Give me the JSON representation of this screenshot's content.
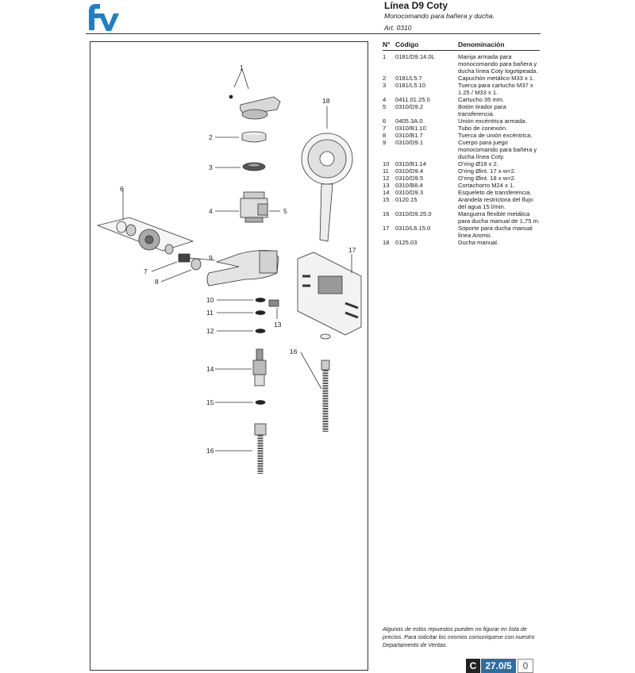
{
  "brand": {
    "logo_text": "fv",
    "logo_color": "#1e7ec8"
  },
  "header": {
    "title": "Línea D9 Coty",
    "subtitle": "Monocomando para bañera y ducha.",
    "article": "Art. 0310"
  },
  "table": {
    "columns": [
      "N°",
      "Código",
      "Denominación"
    ],
    "rows": [
      {
        "n": "1",
        "code": "0181/D9.14.0L",
        "desc": "Manija armada para monocomando para bañera y ducha línea Coty logotipeada."
      },
      {
        "n": "2",
        "code": "0181/L5.7",
        "desc": "Capuchón metálico M33 x 1."
      },
      {
        "n": "3",
        "code": "0181/L5.10",
        "desc": "Tuerca para cartucho M37 x 1.25 / M33 x 1."
      },
      {
        "n": "4",
        "code": "0411.01.25.0",
        "desc": "Cartucho 35 mm."
      },
      {
        "n": "5",
        "code": "0310/D9.2",
        "desc": "Botón tirador para transferencia."
      },
      {
        "n": "6",
        "code": "0405.3A.0",
        "desc": "Unión excéntrica armada."
      },
      {
        "n": "7",
        "code": "0310/B1.10",
        "desc": "Tubo de conexión."
      },
      {
        "n": "8",
        "code": "0310/B1.7",
        "desc": "Tuerca de unión excéntrica."
      },
      {
        "n": "9",
        "code": "0310/D9.1",
        "desc": "Cuerpo para juego monocomando para bañera y ducha línea Coty."
      },
      {
        "n": "10",
        "code": "0310/B1.14",
        "desc": "O'ring Ø18 x 2."
      },
      {
        "n": "11",
        "code": "0310/D9.4",
        "desc": "O'ring Øint. 17 x w=2."
      },
      {
        "n": "12",
        "code": "0310/D9.5",
        "desc": "O'ring Øint. 18 x w=2."
      },
      {
        "n": "13",
        "code": "0310/B8.4",
        "desc": "Cortachorro M24 x 1."
      },
      {
        "n": "14",
        "code": "0310/D9.3",
        "desc": "Esqueleto de transferencia."
      },
      {
        "n": "15",
        "code": "0120.15",
        "desc": "Arandela restrictora del flujo del agua 15 l/min."
      },
      {
        "n": "16",
        "code": "0310/D9.25.0",
        "desc": "Manguera flexible metálica para ducha manual de 1,75 m."
      },
      {
        "n": "17",
        "code": "0310/L6.15.0",
        "desc": "Soporte para ducha manual línea Aromo."
      },
      {
        "n": "18",
        "code": "0125.03",
        "desc": "Ducha manual."
      }
    ]
  },
  "diagram_labels": {
    "l1": "1",
    "l2": "2",
    "l3": "3",
    "l4": "4",
    "l5": "5",
    "l6": "6",
    "l7": "7",
    "l8": "8",
    "l9": "9",
    "l10": "10",
    "l11": "11",
    "l12": "12",
    "l13": "13",
    "l14": "14",
    "l15": "15",
    "l16a": "16",
    "l16b": "16",
    "l17": "17",
    "l18": "18"
  },
  "footer": {
    "note": "Algunos de estos repuestos pueden no figurar en lista de precios. Para solicitar los mismos comuníquese con nuestro Departamento de Ventas.",
    "section": "C",
    "page": "27.0/5",
    "revision": "0",
    "page_color": "#2e6da4"
  }
}
